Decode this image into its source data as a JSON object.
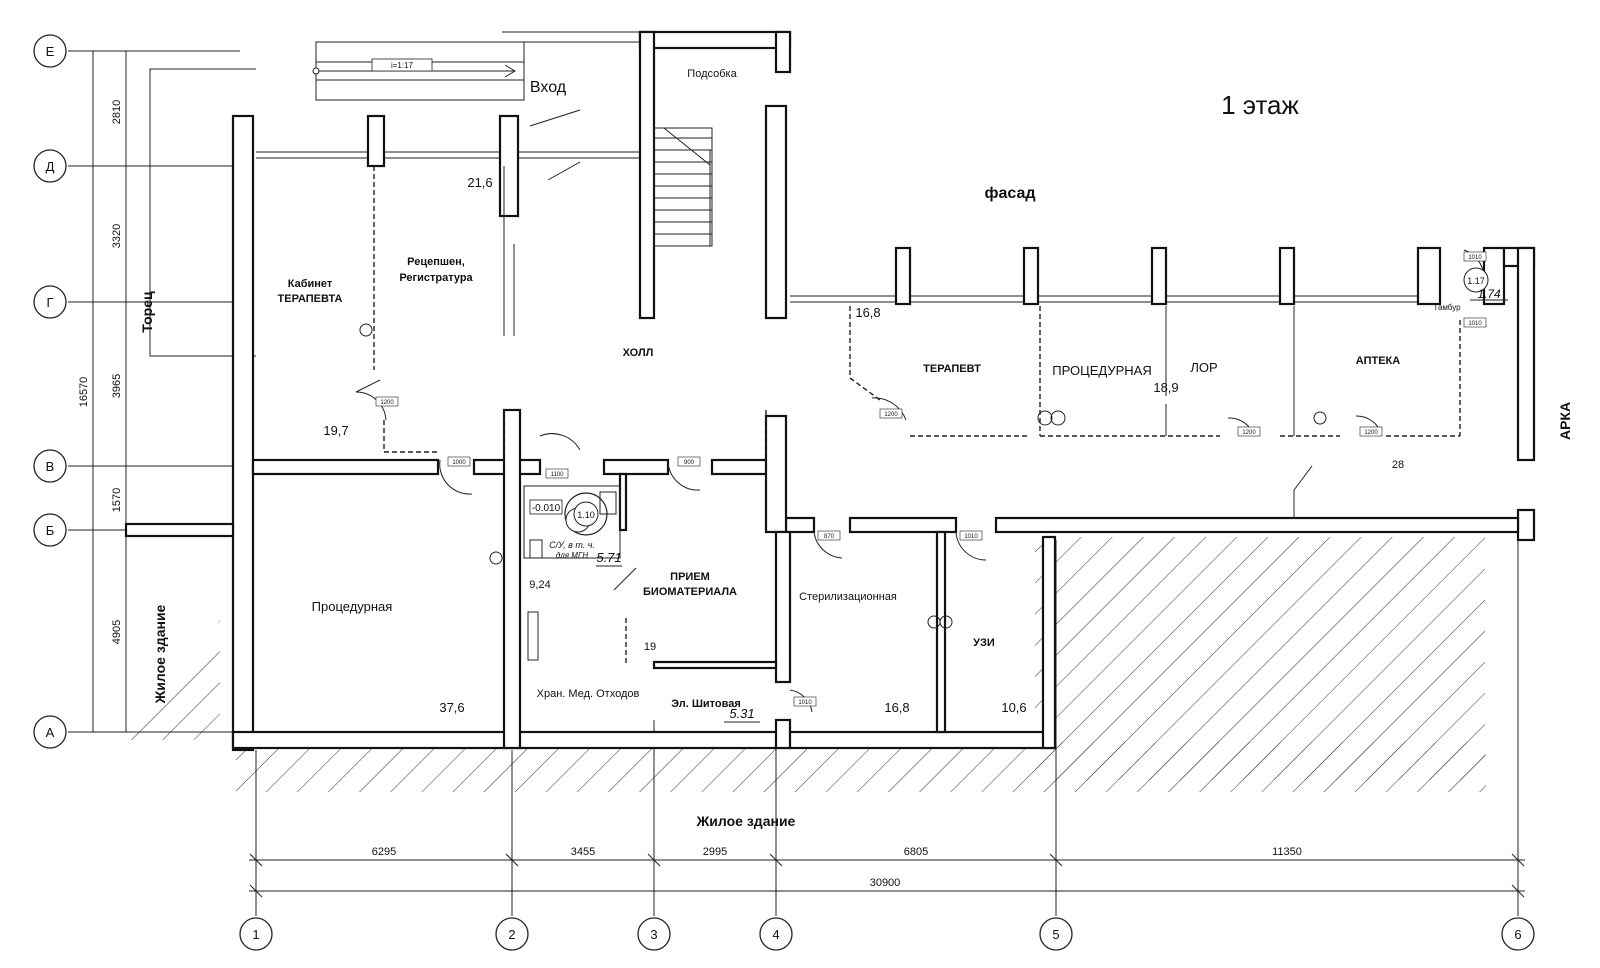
{
  "title": "1 этаж",
  "facade_label": "фасад",
  "entrance_label": "Вход",
  "ramp_label": "i=1:17",
  "end_wall_label": "Торец",
  "arch_label": "АРКА",
  "residential_left": "Жилое здание",
  "residential_bottom": "Жилое здание",
  "rooms": {
    "utility": "Подсобка",
    "hall": "ХОЛЛ",
    "hall_area": "21,6",
    "therapist_office_1": "Кабинет",
    "therapist_office_2": "ТЕРАПЕВТА",
    "therapist_office_area": "19,7",
    "reception_1": "Рецепшен,",
    "reception_2": "Регистратура",
    "therapist": "ТЕРАПЕВТ",
    "therapist_area": "16,8",
    "procedure_upper": "ПРОЦЕДУРНАЯ",
    "ent": "ЛОР",
    "ent_area": "18,9",
    "pharmacy": "АПТЕКА",
    "pharmacy_area": "28",
    "vestibule": "Тамбур",
    "vestibule_area": "1.74",
    "vestibule_num": "1.17",
    "procedure": "Процедурная",
    "procedure_area": "37,6",
    "wc_1": "С/У, в т. ч.",
    "wc_2": "для МГН",
    "wc_area": "5.71",
    "wc_num": "1.10",
    "wc_level": "-0.010",
    "corridor_area": "9,24",
    "biomaterial_1": "ПРИЕМ",
    "biomaterial_2": "БИОМАТЕРИАЛА",
    "biomaterial_area": "19",
    "waste": "Хран. Мед. Отходов",
    "electrical": "Эл. Шитовая",
    "electrical_area": "5.31",
    "sterilization": "Стерилизационная",
    "sterilization_area": "16,8",
    "ultrasound": "УЗИ",
    "ultrasound_area": "10,6"
  },
  "axes_rows": [
    "Е",
    "Д",
    "Г",
    "В",
    "Б",
    "А"
  ],
  "axes_cols": [
    "1",
    "2",
    "3",
    "4",
    "5",
    "6"
  ],
  "row_dims": [
    "2810",
    "3320",
    "3965",
    "1570",
    "4905"
  ],
  "row_total": "16570",
  "col_dims": [
    "6295",
    "3455",
    "2995",
    "6805",
    "11350"
  ],
  "col_total": "30900",
  "door_widths": [
    "1200",
    "1200",
    "1000",
    "1100",
    "900",
    "870",
    "1010",
    "1200",
    "1200",
    "1010",
    "1010",
    "1010"
  ]
}
